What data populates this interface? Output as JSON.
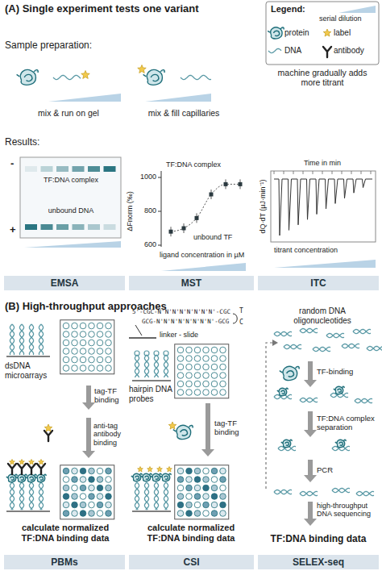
{
  "diagram": {
    "nodes": [
      {
        "text": [
          "EMSA"
        ]
      },
      {
        "text": [
          "MST"
        ]
      },
      {
        "text": [
          "ITC"
        ]
      },
      {
        "text": [
          "PBMs"
        ]
      },
      {
        "text": [
          "CSI"
        ]
      },
      {
        "text": [
          "SELEX-seq"
        ]
      }
    ],
    "labels": [
      "(A) Single experiment tests one variant",
      "Legend:",
      "Sample preparation:",
      "mix & run on gel",
      "mix & fill capillaries",
      "machine gradually adds more titrant",
      "Results:",
      "-",
      "+",
      "TF:DNA complex",
      "unbound DNA",
      "1000",
      "800",
      "600",
      "ΔFnorm (‰)",
      "TF:DNA complex",
      "unbound TF",
      "ligand concentration in µM",
      "Time in min",
      "dQ·dT (µJ·min⁻¹)",
      "titrant concentration",
      "(B) High-throughput approaches",
      "dsDNA microarrays",
      "tag-TF binding",
      "anti-tag antibody binding",
      "calculate normalized TF:DNA binding data",
      "5'-CGC-N'N'N'N'N'N'N'N'-CGC",
      "GCG-N'N'N'N'N'N'N'N'-GCG",
      "T",
      "C",
      "linker - slide",
      "hairpin DNA probes",
      "tag-TF binding",
      "calculate normalized TF:DNA binding data",
      "random DNA oligonucleotides",
      "TF-binding",
      "TF:DNA complex separation",
      "PCR",
      "high-throughput DNA sequencing",
      "TF:DNA binding data"
    ],
    "legend": [
      {
        "text": "serial dilution"
      },
      {
        "text": "protein"
      },
      {
        "text": "label"
      },
      {
        "text": "DNA"
      },
      {
        "text": "antibody"
      }
    ]
  }
}
